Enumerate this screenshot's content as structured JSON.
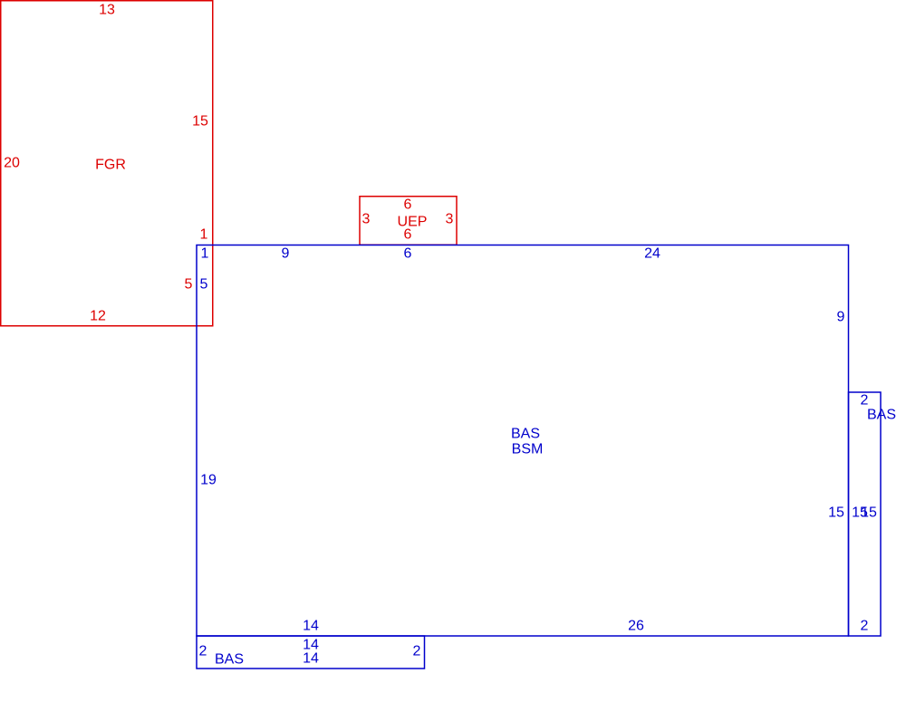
{
  "colors": {
    "red": "#dd0000",
    "blue": "#0000cc",
    "background": "#ffffff"
  },
  "areas": {
    "fgr": {
      "name": "FGR",
      "color": "red",
      "dimensions": {
        "top": "13",
        "left": "20",
        "right_upper": "15",
        "right_corner": "1",
        "right_lower": "5",
        "bottom": "12"
      }
    },
    "uep": {
      "name": "UEP",
      "color": "red",
      "dimensions": {
        "top": "6",
        "bottom": "6",
        "left": "3",
        "right": "3"
      }
    },
    "bas_main": {
      "name": "BAS",
      "subname": "BSM",
      "color": "blue",
      "dimensions": {
        "top_left_corner": "1",
        "top_seg1": "9",
        "top_seg2": "6",
        "top_seg3": "24",
        "left_upper": "5",
        "left_lower": "19",
        "right_upper": "9",
        "right_lower": "15",
        "bottom_seg1": "14",
        "bottom_seg2": "26"
      }
    },
    "bas_right": {
      "name": "BAS",
      "color": "blue",
      "dimensions": {
        "top": "2",
        "left": "15",
        "right": "15",
        "bottom": "2"
      }
    },
    "bas_bottom": {
      "name": "BAS",
      "color": "blue",
      "dimensions": {
        "top": "14",
        "bottom": "14",
        "left": "2",
        "right": "2"
      }
    }
  }
}
